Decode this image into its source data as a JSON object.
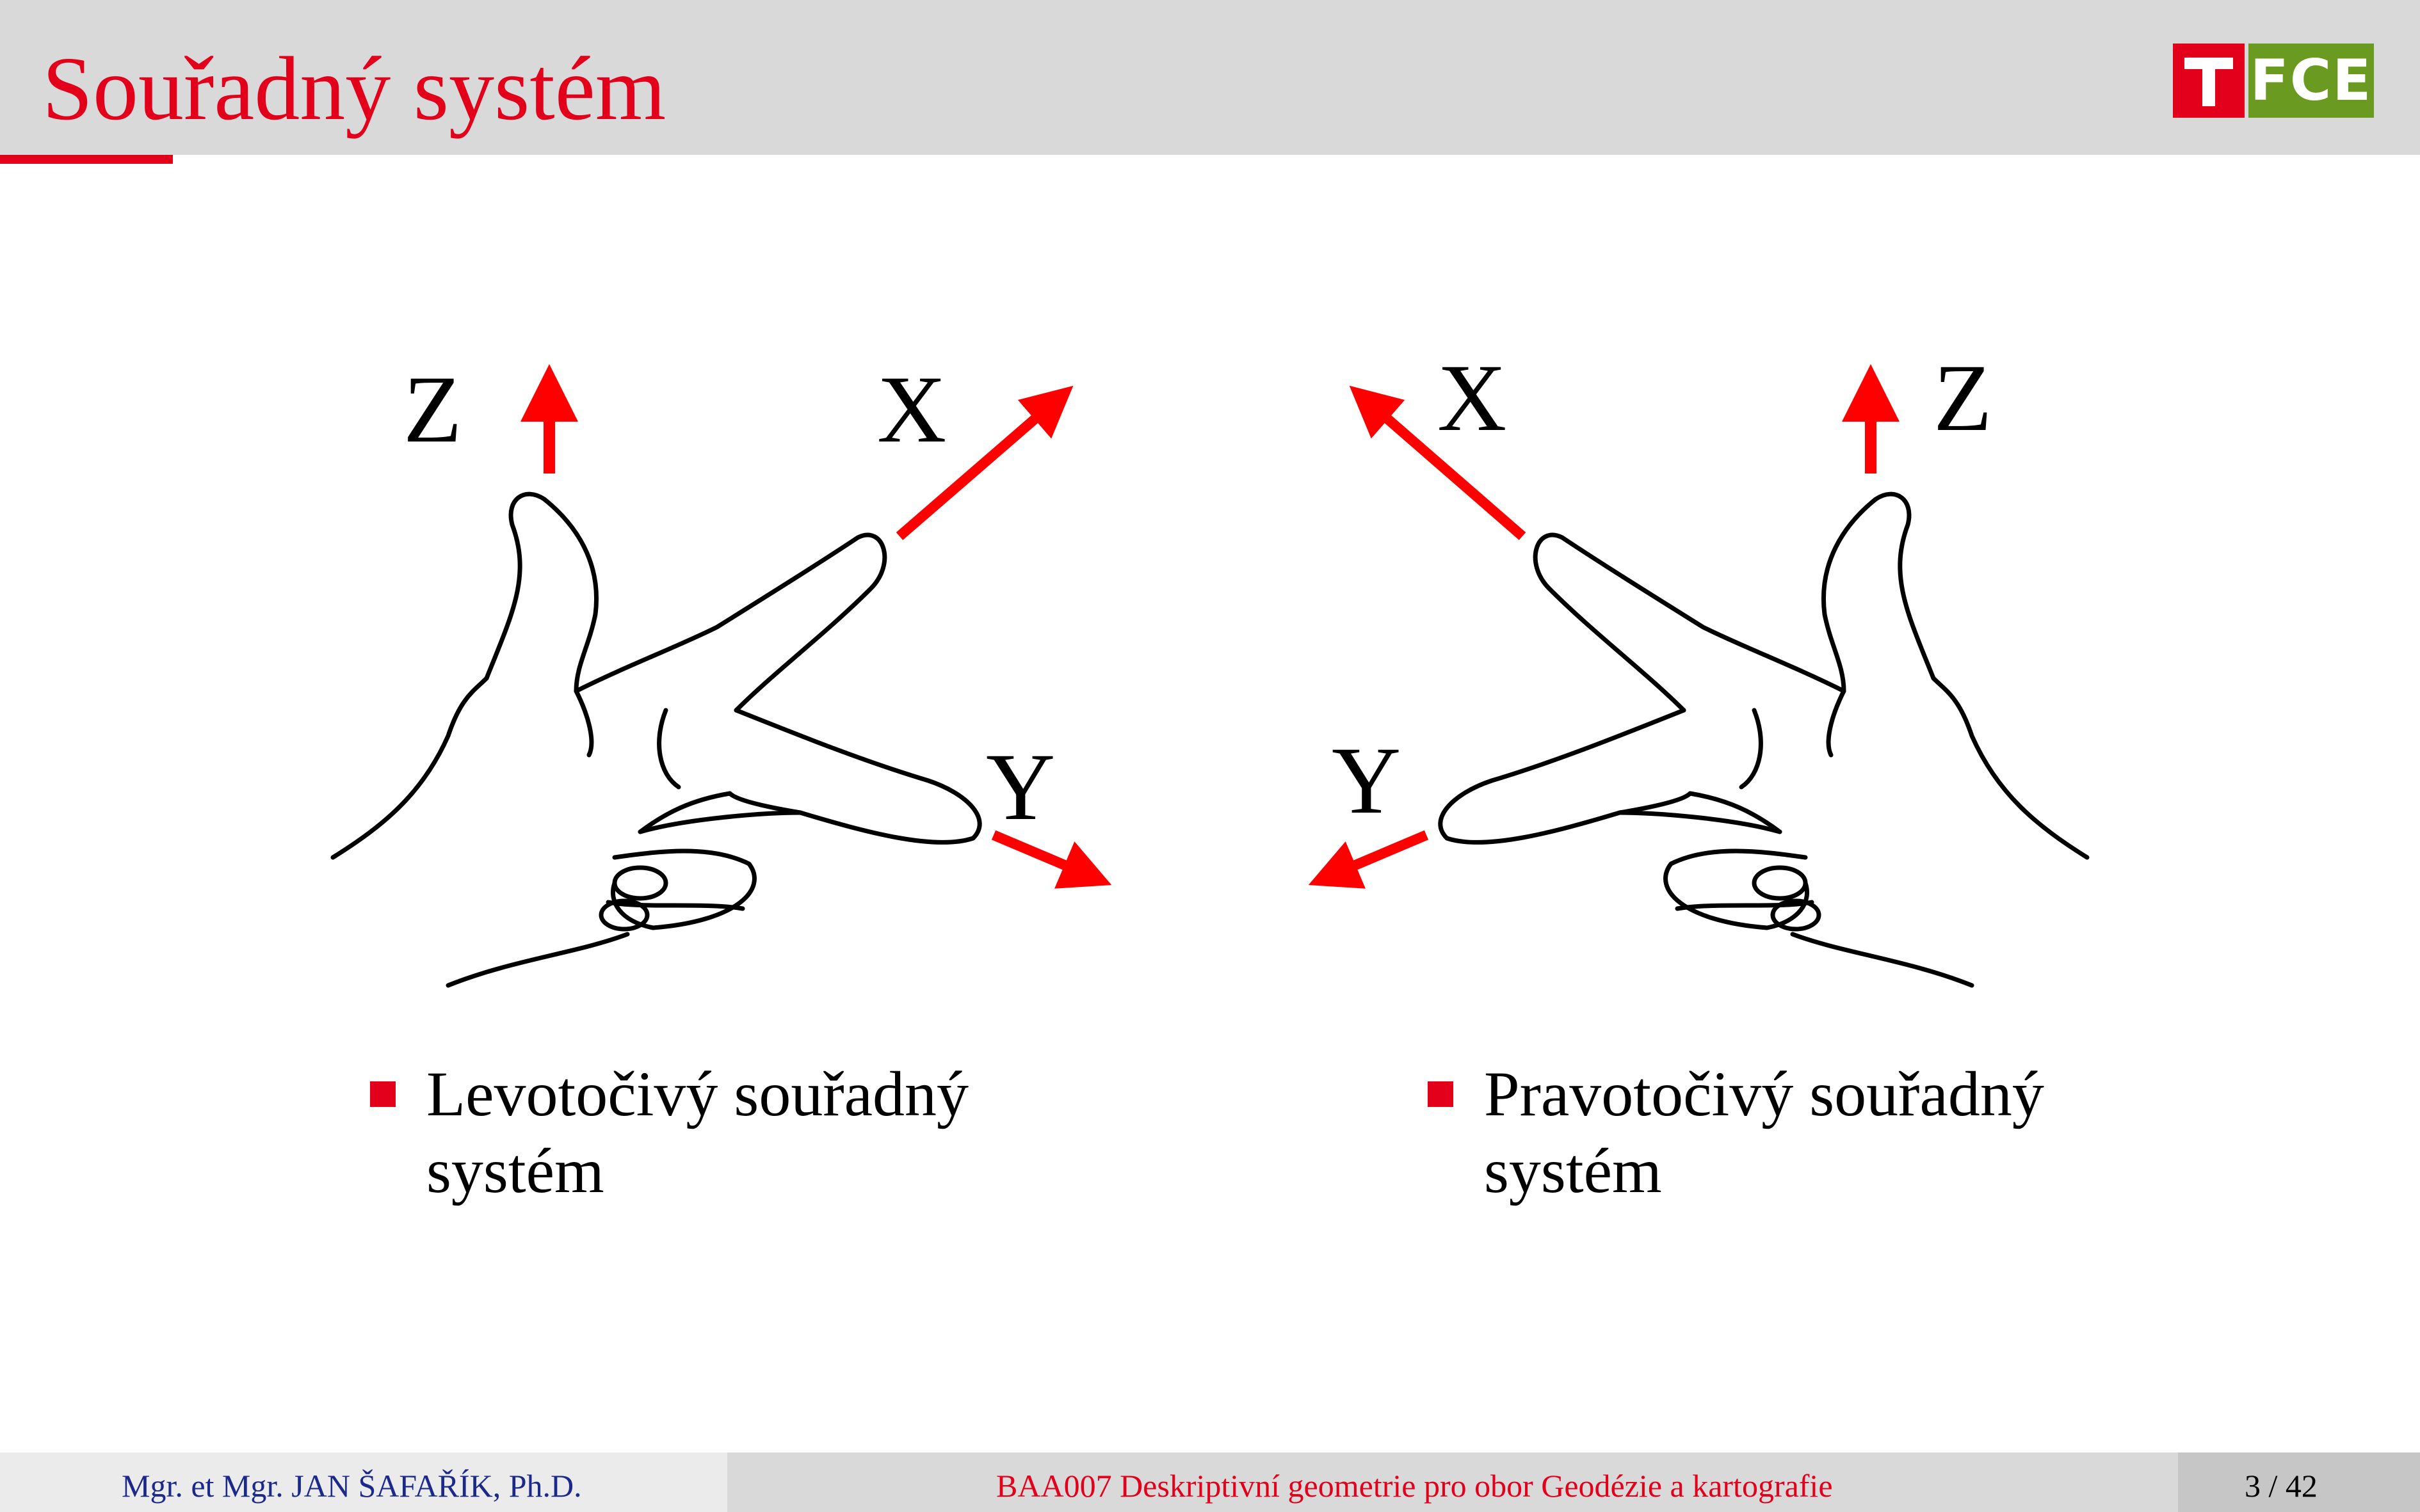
{
  "header": {
    "title": "Souřadný systém",
    "logo_text": "FCE"
  },
  "figure": {
    "left_hand": {
      "z_label": "Z",
      "x_label": "X",
      "y_label": "Y"
    },
    "right_hand": {
      "x_label": "X",
      "z_label": "Z",
      "y_label": "Y"
    }
  },
  "bullets": [
    {
      "line1": "Levotočivý souřadný",
      "line2": "systém"
    },
    {
      "line1": "Pravotočivý souřadný",
      "line2": "systém"
    }
  ],
  "footer": {
    "author": "Mgr. et Mgr. JAN ŠAFAŘÍK, Ph.D.",
    "course": "BAA007 Deskriptivní geometrie pro obor Geodézie a kartografie",
    "page": "3 / 42"
  },
  "colors": {
    "accent_red": "#e2001a",
    "logo_green": "#6a9a1f",
    "author_blue": "#1b2a8a"
  }
}
